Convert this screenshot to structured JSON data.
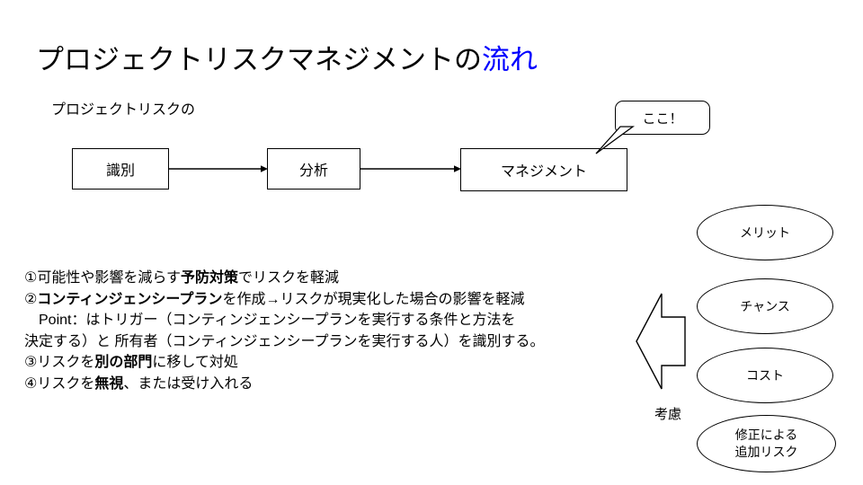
{
  "slide": {
    "title_main": "プロジェクトリスクマネジメントの",
    "title_accent": "流れ",
    "title_accent_color": "#0000ff",
    "subtitle": "プロジェクトリスクの"
  },
  "flow": {
    "boxes": [
      {
        "label": "識別"
      },
      {
        "label": "分析"
      },
      {
        "label": "マネジメント"
      }
    ]
  },
  "callout": {
    "text": "ここ！"
  },
  "body": {
    "lines": [
      {
        "id": "line1",
        "parts": [
          {
            "text": "①可能性や影響を減らす",
            "bold": false
          },
          {
            "text": "予防対策",
            "bold": true
          },
          {
            "text": "でリスクを軽減",
            "bold": false
          }
        ]
      },
      {
        "id": "line2",
        "parts": [
          {
            "text": "②",
            "bold": false
          },
          {
            "text": "コンティンジェンシープラン",
            "bold": true
          },
          {
            "text": "を作成→リスクが現実化した場合の影響を軽減",
            "bold": false
          }
        ]
      },
      {
        "id": "line3",
        "parts": [
          {
            "text": "Point：はトリガー（コンティンジェンシープランを実行する条件と方法を",
            "bold": false
          }
        ]
      },
      {
        "id": "line4",
        "parts": [
          {
            "text": "決定する）と 所有者（コンティンジェンシープランを実行する人）を識別する。",
            "bold": false
          }
        ]
      },
      {
        "id": "line5",
        "parts": [
          {
            "text": "③リスクを",
            "bold": false
          },
          {
            "text": "別の部門",
            "bold": true
          },
          {
            "text": "に移して対処",
            "bold": false
          }
        ]
      },
      {
        "id": "line6",
        "parts": [
          {
            "text": "④リスクを",
            "bold": false
          },
          {
            "text": "無視",
            "bold": true
          },
          {
            "text": "、または受け入れる",
            "bold": false
          }
        ]
      }
    ]
  },
  "considerations": {
    "arrow_label": "考慮",
    "items": [
      {
        "label": "メリット",
        "line2": ""
      },
      {
        "label": "チャンス",
        "line2": ""
      },
      {
        "label": "コスト",
        "line2": ""
      },
      {
        "label": "修正による",
        "line2": "追加リスク"
      }
    ]
  }
}
